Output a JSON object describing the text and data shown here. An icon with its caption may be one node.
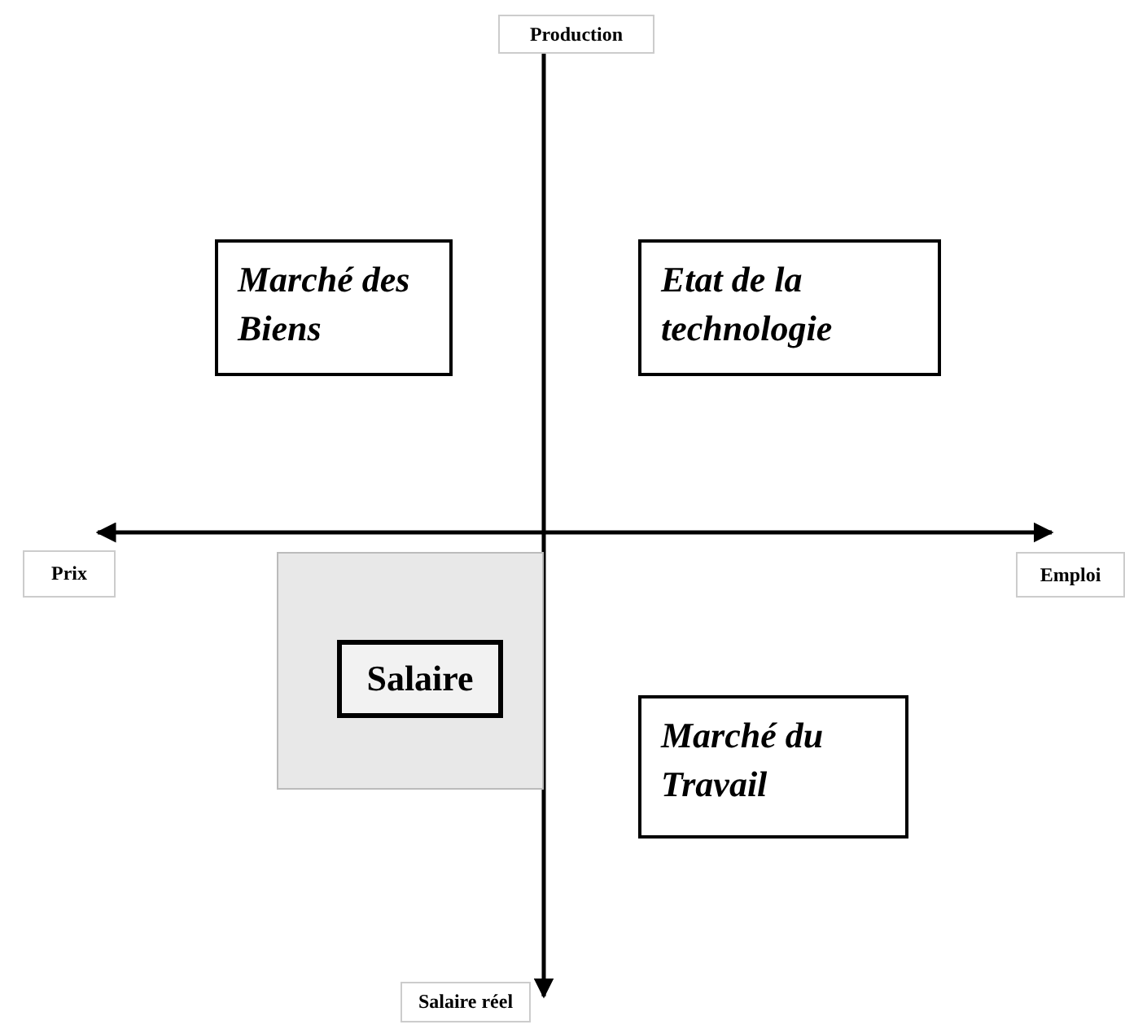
{
  "diagram": {
    "nodes": [
      {
        "text": [
          "Marché des Biens"
        ]
      },
      {
        "text": [
          "Etat de la technologie"
        ]
      },
      {
        "text": [],
        "shape": "box"
      },
      {
        "text": [
          "Salaire"
        ],
        "in": 2
      },
      {
        "text": [
          "Marché du Travail"
        ]
      }
    ],
    "labels": [
      "Production",
      "Prix",
      "Emploi",
      "Salaire réel"
    ]
  }
}
